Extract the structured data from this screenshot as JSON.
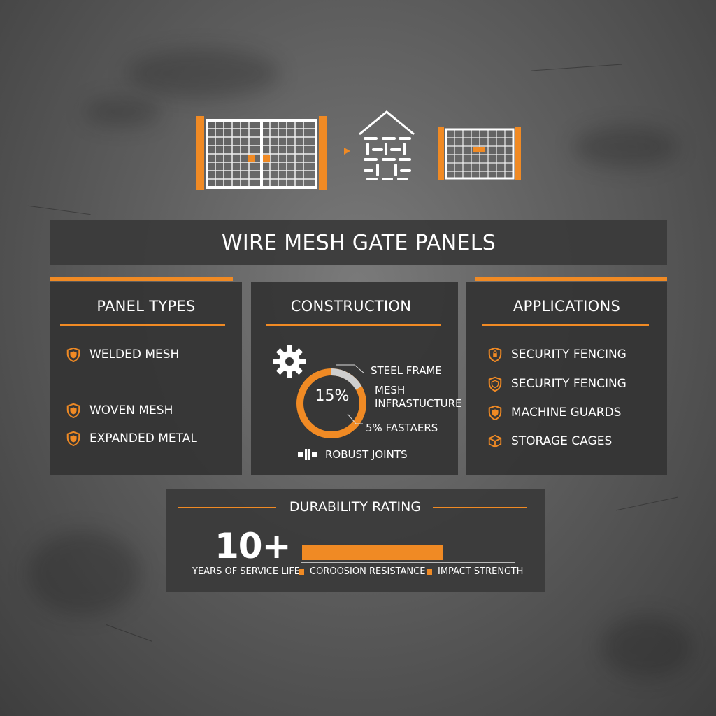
{
  "colors": {
    "accent": "#f08a24",
    "panel": "#343434",
    "text": "#ffffff"
  },
  "title": "WIRE MESH GATE PANELS",
  "icons": [
    "double-gate-icon",
    "arrow-right-icon",
    "woven-mesh-icon",
    "single-gate-icon"
  ],
  "panel_types": {
    "title": "PANEL TYPES",
    "items": [
      {
        "label": "WELDED MESH",
        "icon": "shield-icon"
      },
      {
        "label": "WOVEN MESH",
        "icon": "shield-icon"
      },
      {
        "label": "EXPANDED METAL",
        "icon": "shield-icon"
      }
    ]
  },
  "construction": {
    "title": "CONSTRUCTION",
    "ring_value": "15%",
    "callouts": {
      "steel_frame": "STEEL FRAME",
      "mesh_line1": "MESH",
      "mesh_line2": "INFRASTUCTURE",
      "fasteners": "5% FASTAERS"
    },
    "joints": "ROBUST JOINTS"
  },
  "applications": {
    "title": "APPLICATIONS",
    "items": [
      {
        "label": "SECURITY FENCING",
        "icon": "lock-shield-icon"
      },
      {
        "label": "SECURITY FENCING",
        "icon": "shield-icon"
      },
      {
        "label": "MACHINE GUARDS",
        "icon": "shield-icon"
      },
      {
        "label": "STORAGE CAGES",
        "icon": "box-icon"
      }
    ]
  },
  "durability": {
    "title": "DURABILITY RATING",
    "big_value": "10+",
    "caption": "YEARS OF SERVICE LIFE",
    "bar_fraction": 0.66,
    "legend": [
      "COROOSION RESISTANCE",
      "IMPACT STRENGTH"
    ]
  }
}
